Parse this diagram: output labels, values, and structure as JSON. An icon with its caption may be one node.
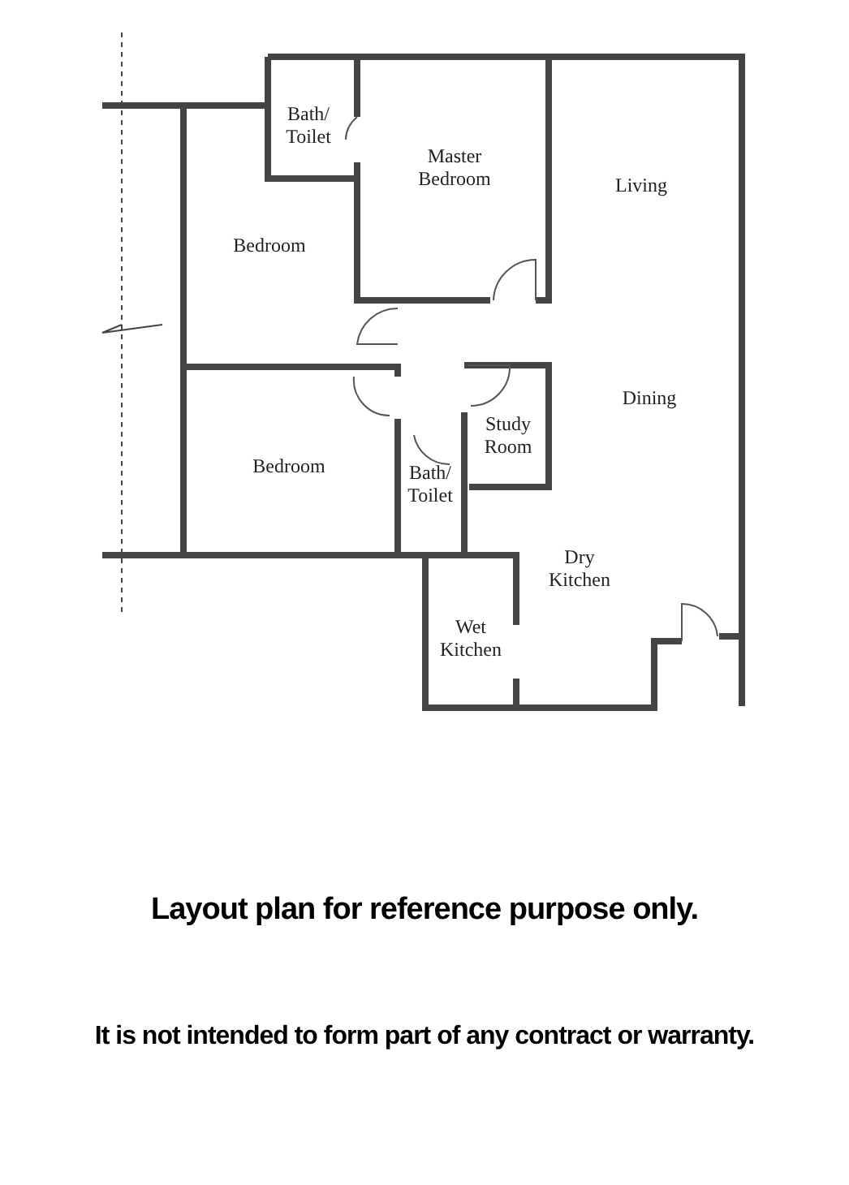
{
  "diagram": {
    "labels": [
      "Bath/ Toilet",
      "Master Bedroom",
      "Living",
      "Bedroom",
      "Dining",
      "Study Room",
      "Bedroom",
      "Bath/ Toilet",
      "Dry Kitchen",
      "Wet Kitchen",
      "Layout plan for reference purpose only.",
      "It is not intended to form part of any contract or warranty."
    ]
  }
}
